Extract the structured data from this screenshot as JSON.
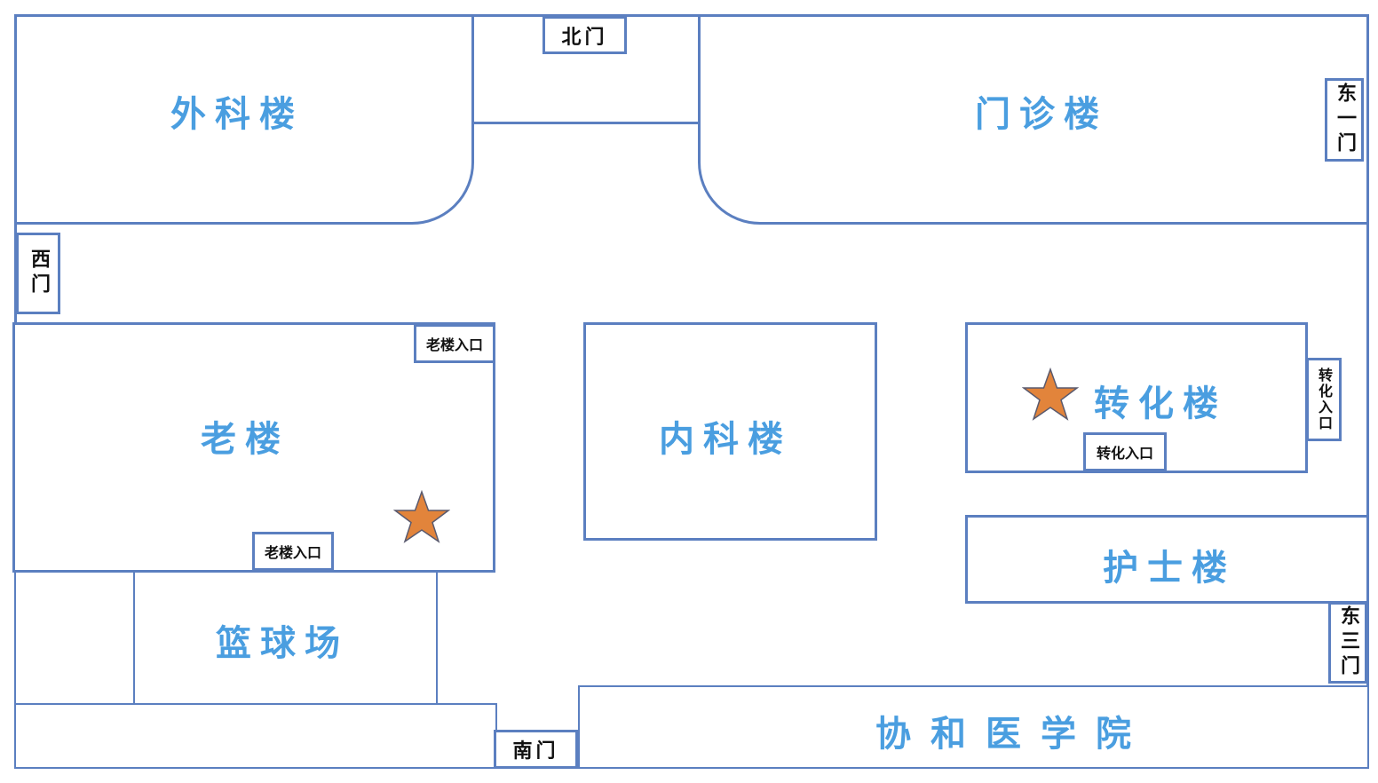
{
  "colors": {
    "line": "#5b7fc0",
    "label": "#4a9ee0",
    "star": "#e2843b"
  },
  "buildings": {
    "surgery": "外科楼",
    "outpatient": "门诊楼",
    "old": "老楼",
    "internal": "内科楼",
    "translation": "转化楼",
    "nurse": "护士楼",
    "basketball": "篮球场",
    "college": "协和医学院"
  },
  "gates": {
    "north": "北门",
    "east1": "东一门",
    "west": "西门",
    "east3": "东三门",
    "south": "南门"
  },
  "entrances": {
    "old_top": "老楼入口",
    "old_bottom": "老楼入口",
    "translation_side": "转化入口",
    "translation_bottom": "转化入口"
  },
  "markers": [
    "star",
    "star"
  ]
}
